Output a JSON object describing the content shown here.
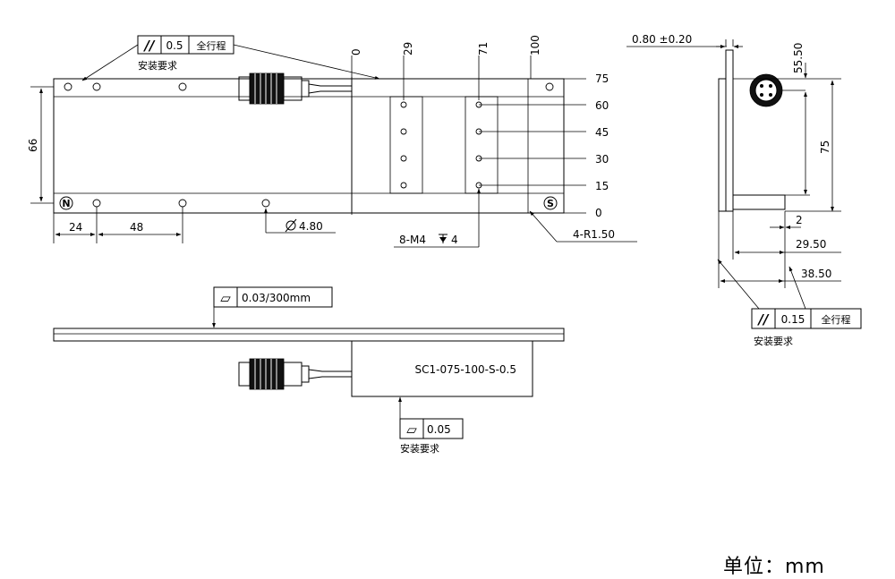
{
  "tolerances": {
    "top_parallel": {
      "symbol": "//",
      "value": "0.5",
      "scope": "全行程",
      "note": "安装要求"
    },
    "side_parallel": {
      "symbol": "//",
      "value": "0.15",
      "scope": "全行程",
      "note": "安装要求"
    },
    "flatness_rail": {
      "symbol": "▱",
      "value": "0.03/300mm"
    },
    "flatness_block": {
      "symbol": "▱",
      "value": "0.05",
      "note": "安装要求"
    }
  },
  "top_scale": [
    "0",
    "29",
    "71",
    "100"
  ],
  "right_scale": [
    "75",
    "60",
    "45",
    "30",
    "15",
    "0"
  ],
  "dimensions": {
    "height": "66",
    "pitch_first": "24",
    "pitch": "48",
    "hole_dia": "4.80",
    "thread": "8-M4",
    "thread_depth": "4",
    "corner_radius": "4-R1.50",
    "gap": "0.80 ±0.20",
    "side_55": "55.50",
    "side_75": "75",
    "side_2": "2",
    "side_29": "29.50",
    "side_38": "38.50"
  },
  "markers": {
    "north": "N",
    "south": "S"
  },
  "part_number": "SC1-075-100-S-0.5",
  "unit_label": "单位：mm"
}
